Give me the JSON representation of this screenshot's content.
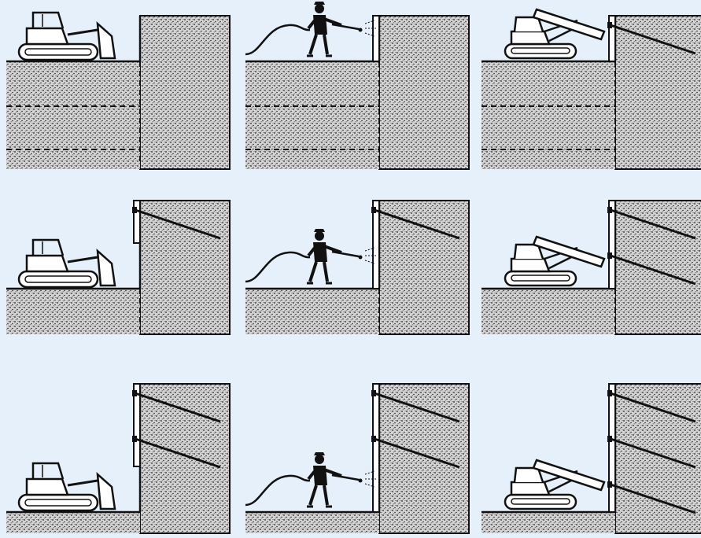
{
  "colors": {
    "background": "#e6f0fb",
    "soil_fill": "#d2d2d2",
    "line": "#111111"
  },
  "panels": [
    {
      "row": 1,
      "col": 1,
      "step": "excavate",
      "equipment": "bulldozer-icon",
      "anchors": 0,
      "excavation_level": 1
    },
    {
      "row": 1,
      "col": 2,
      "step": "shotcrete",
      "equipment": "worker-with-spray-hose-icon",
      "anchors": 0,
      "excavation_level": 1
    },
    {
      "row": 1,
      "col": 3,
      "step": "drill-anchor",
      "equipment": "drill-rig-icon",
      "anchors": 1,
      "excavation_level": 1
    },
    {
      "row": 2,
      "col": 1,
      "step": "excavate",
      "equipment": "bulldozer-icon",
      "anchors": 1,
      "excavation_level": 2
    },
    {
      "row": 2,
      "col": 2,
      "step": "shotcrete",
      "equipment": "worker-with-spray-hose-icon",
      "anchors": 1,
      "excavation_level": 2
    },
    {
      "row": 2,
      "col": 3,
      "step": "drill-anchor",
      "equipment": "drill-rig-icon",
      "anchors": 2,
      "excavation_level": 2
    },
    {
      "row": 3,
      "col": 1,
      "step": "excavate",
      "equipment": "bulldozer-icon",
      "anchors": 2,
      "excavation_level": 3
    },
    {
      "row": 3,
      "col": 2,
      "step": "shotcrete",
      "equipment": "worker-with-spray-hose-icon",
      "anchors": 2,
      "excavation_level": 3
    },
    {
      "row": 3,
      "col": 3,
      "step": "drill-anchor",
      "equipment": "drill-rig-icon",
      "anchors": 3,
      "excavation_level": 3
    }
  ]
}
